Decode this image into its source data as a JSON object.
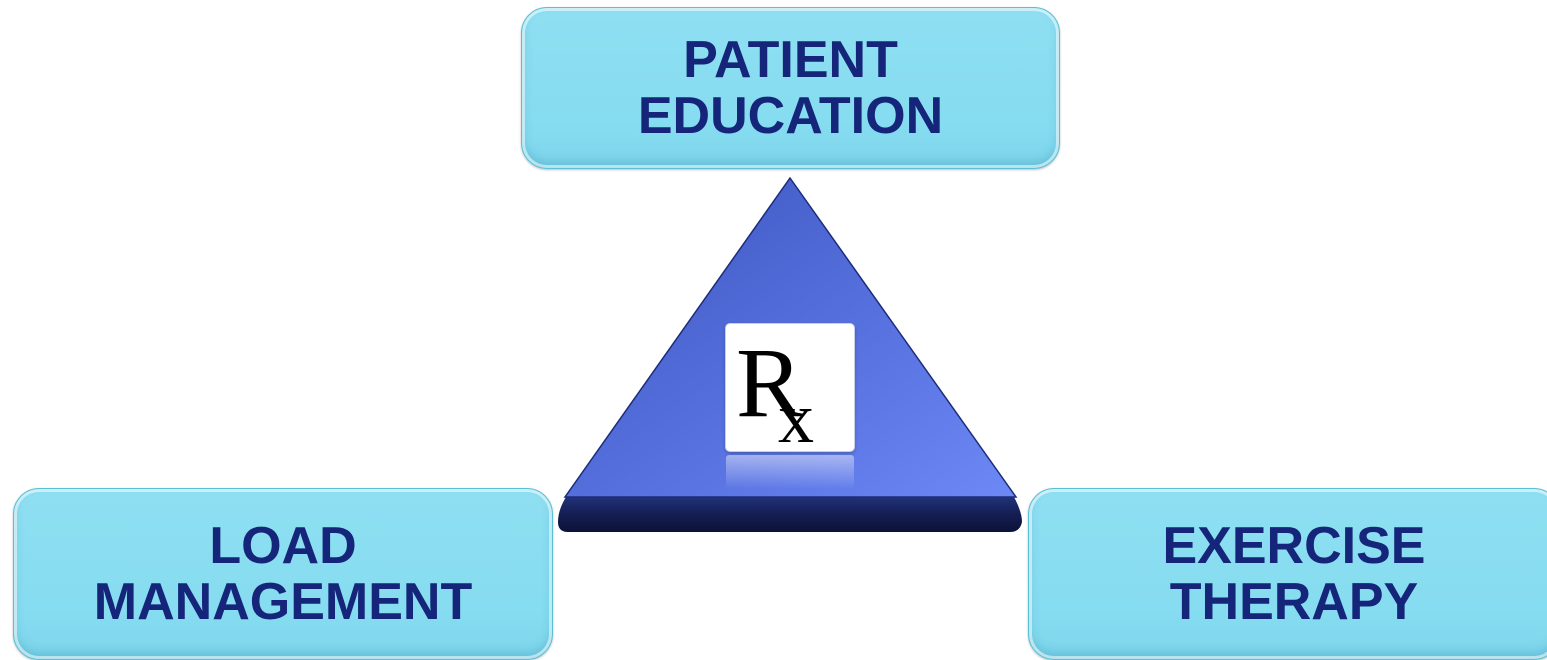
{
  "diagram": {
    "nodes": {
      "top": {
        "line1": "PATIENT",
        "line2": "EDUCATION"
      },
      "left": {
        "line1": "LOAD",
        "line2": "MANAGEMENT"
      },
      "right": {
        "line1": "EXERCISE",
        "line2": "THERAPY"
      }
    },
    "center_symbol": "Rx-icon",
    "colors": {
      "box_fill": "#89dcf0",
      "box_text": "#14257a",
      "triangle_light": "#6a86f4",
      "triangle_dark": "#2f46a8"
    }
  }
}
